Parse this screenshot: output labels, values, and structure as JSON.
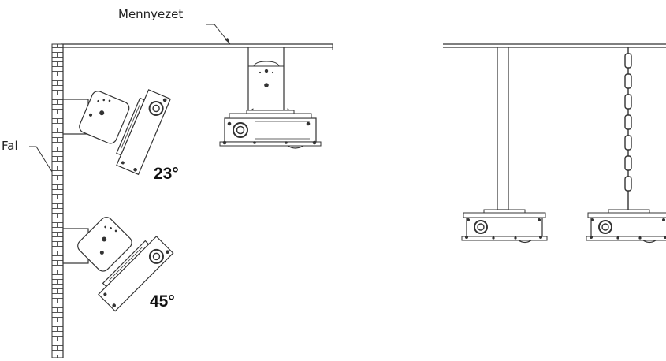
{
  "labels": {
    "ceiling": "Mennyezet",
    "wall": "Fal",
    "angle_tilt_1": "23°",
    "angle_tilt_2": "45°"
  },
  "colors": {
    "line": "#333333",
    "fill": "#ffffff",
    "brick": "#555555"
  }
}
